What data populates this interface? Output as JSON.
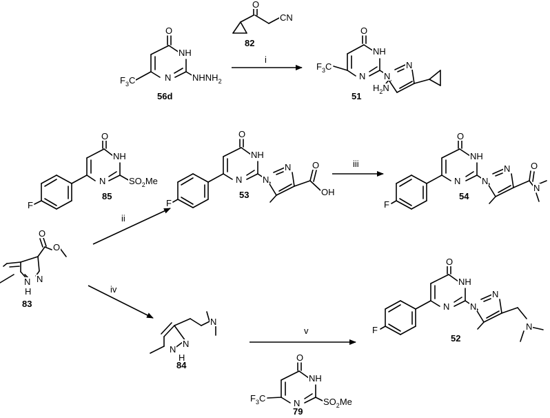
{
  "reagents": [
    "i",
    "ii",
    "iii",
    "iv",
    "v"
  ],
  "compounds": [
    "56d",
    "82",
    "51",
    "85",
    "53",
    "54",
    "83",
    "84",
    "79",
    "52"
  ],
  "atoms": {
    "O": "O",
    "NH": "NH",
    "N": "N",
    "CN": "CN",
    "OH": "OH",
    "F": "F",
    "F3C": "F",
    "F3C_sub": "3",
    "F3C_end": "C",
    "NHNH2": "NHNH",
    "NHNH2_sub": "2",
    "H2N": "H",
    "H2N_sub": "2",
    "H2N_end": "N",
    "SO2Me": "SO",
    "SO2Me_sub": "2",
    "SO2Me_end": "Me",
    "H": "H"
  }
}
